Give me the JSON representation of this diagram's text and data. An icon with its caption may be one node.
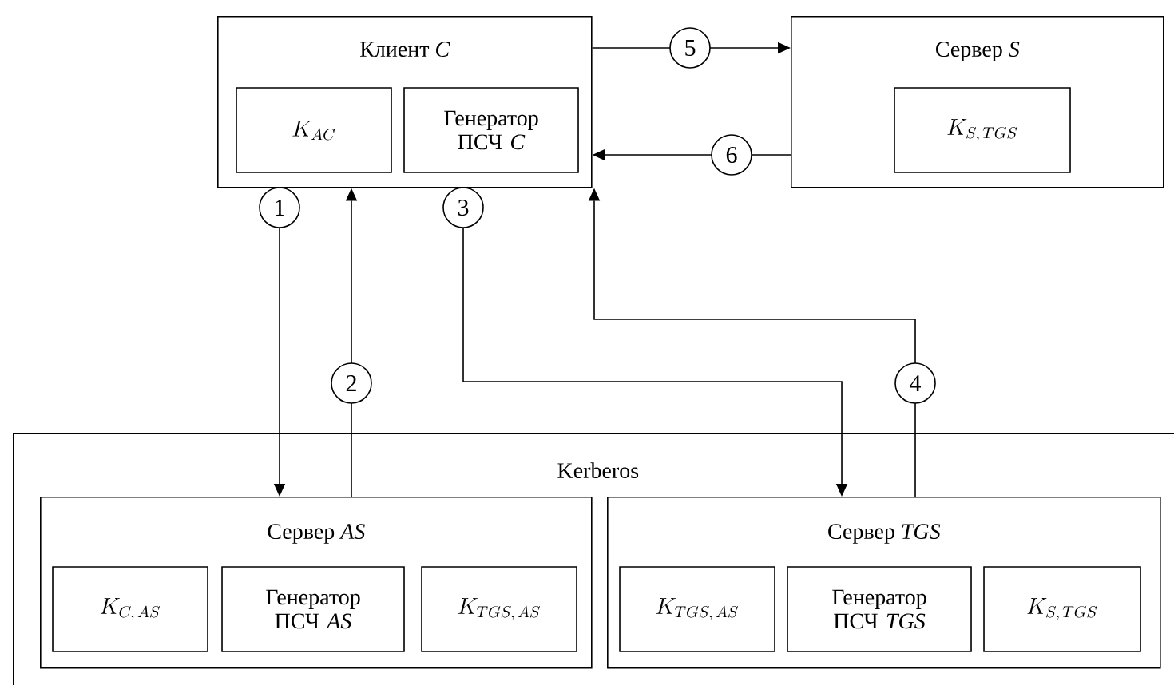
{
  "diagram": {
    "nodes": [
      {
        "text": [
          "Клиент *C*"
        ]
      },
      {
        "text": [
          "K_{AC}"
        ],
        "in": 0
      },
      {
        "text": [
          "Генератор ПСЧ *C*"
        ],
        "in": 0
      },
      {
        "text": [
          "Сервер  *S*"
        ]
      },
      {
        "text": [
          "K_{S,\\,TGS}"
        ],
        "in": 3
      },
      {
        "text": [
          "Kerberos"
        ]
      },
      {
        "text": [
          "Сервер *AS*"
        ],
        "in": 5
      },
      {
        "text": [
          "K_{C,\\,AS}"
        ],
        "in": 6
      },
      {
        "text": [
          "Генератор ПСЧ *AS*"
        ],
        "in": 6
      },
      {
        "text": [
          "K_{TGS,\\,AS}"
        ],
        "in": 6
      },
      {
        "text": [
          "Сервер *TGS*"
        ],
        "in": 5
      },
      {
        "text": [
          "K_{TGS,\\,AS}"
        ],
        "in": 10
      },
      {
        "text": [
          "Генератор ПСЧ *TGS*"
        ],
        "in": 10
      },
      {
        "text": [
          "K_{S,\\,TGS}"
        ],
        "in": 10
      }
    ],
    "edges": [
      {
        "from": 0,
        "to": 6,
        "arrow": "to",
        "label": "1"
      },
      {
        "from": 6,
        "to": 0,
        "arrow": "to",
        "label": "2"
      },
      {
        "from": 0,
        "to": 10,
        "arrow": "to",
        "label": "3"
      },
      {
        "from": 10,
        "to": 0,
        "arrow": "to",
        "label": "4"
      },
      {
        "from": 0,
        "to": 3,
        "arrow": "to",
        "label": "5"
      },
      {
        "from": 3,
        "to": 0,
        "arrow": "to",
        "label": "6"
      }
    ]
  }
}
